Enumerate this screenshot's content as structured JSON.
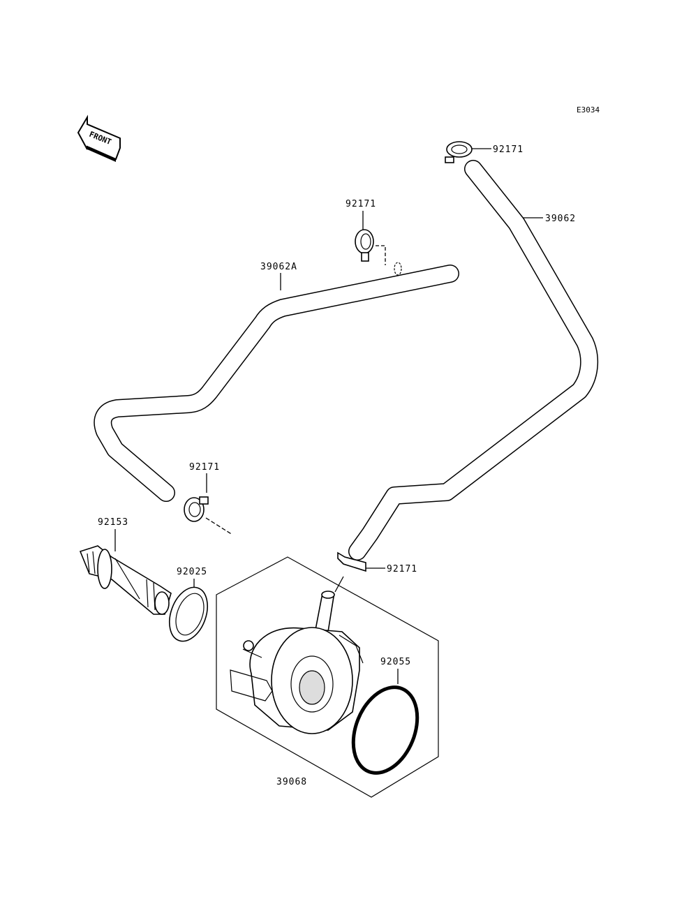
{
  "diagram_code": "E3034",
  "front_arrow_label": "FRONT",
  "parts": {
    "hose_right": "39062",
    "hose_left": "39062A",
    "clamp_top_right": "92171",
    "clamp_top_mid": "92171",
    "clamp_left": "92171",
    "clamp_cooler": "92171",
    "fitting": "92153",
    "gasket": "92025",
    "oring": "92055",
    "oil_cooler": "39068"
  }
}
